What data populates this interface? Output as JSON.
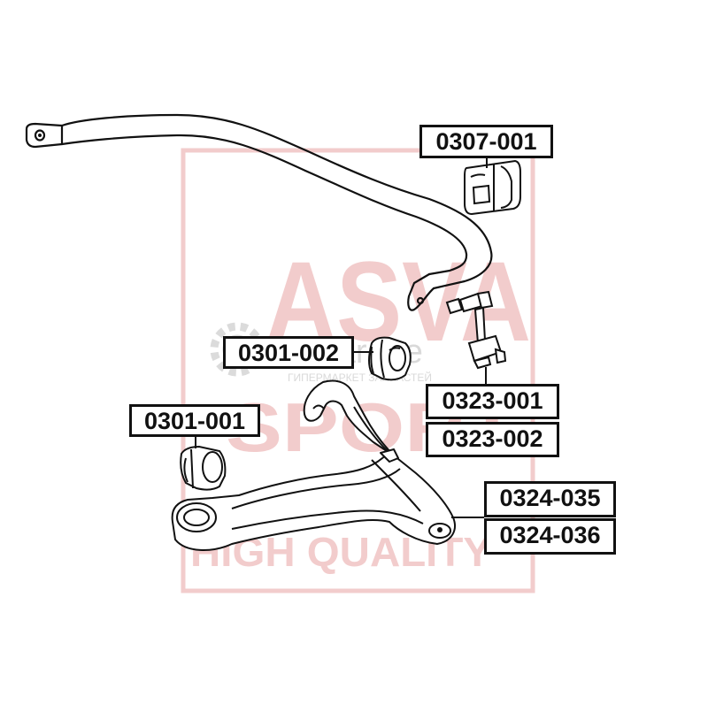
{
  "watermark": {
    "brand": "ASVA",
    "sport": "SPORT",
    "quality": "HIGH QUALITY",
    "logo_word": "4Garage",
    "logo_tagline": "ГИПЕРМАРКЕТ ЗАПЧАСТЕЙ",
    "brand_color": "#e8a3a3",
    "logo_color": "#bfbfbf"
  },
  "parts": {
    "stabilizer_bushing": "0307-001",
    "arm_bushing_rear": "0301-002",
    "arm_bushing_front": "0301-001",
    "stabilizer_link_left": "0323-001",
    "stabilizer_link_right": "0323-002",
    "lower_arm_left": "0324-035",
    "lower_arm_right": "0324-036"
  },
  "colors": {
    "outline": "#111111",
    "label_border": "#111111",
    "background": "#ffffff"
  }
}
